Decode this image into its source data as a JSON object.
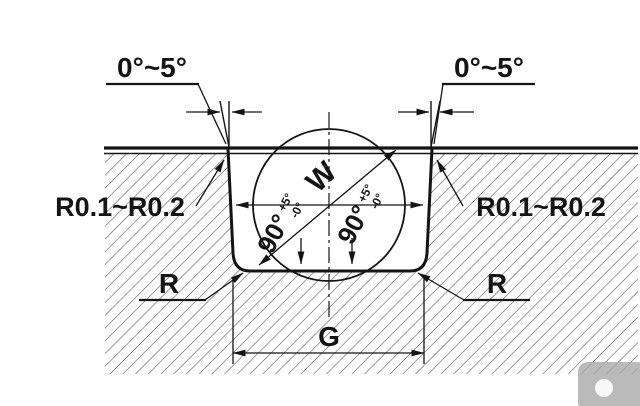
{
  "drawing": {
    "annotations": {
      "draft_angle_left": "0°~5°",
      "draft_angle_right": "0°~5°",
      "edge_radius_left": "R0.1~R0.2",
      "edge_radius_right": "R0.1~R0.2",
      "bottom_radius_left": "R",
      "bottom_radius_right": "R",
      "seal_width": "W",
      "groove_width": "G",
      "wall_angle_left": "90°",
      "wall_angle_left_tol_upper": "+5°",
      "wall_angle_left_tol_lower": "-0°",
      "wall_angle_right": "90°",
      "wall_angle_right_tol_upper": "+5°",
      "wall_angle_right_tol_lower": "-0°"
    },
    "colors": {
      "line": "#141414",
      "hatch": "#4f4f4f",
      "background": "#ffffff",
      "watermark": "#a9a9a9"
    }
  }
}
